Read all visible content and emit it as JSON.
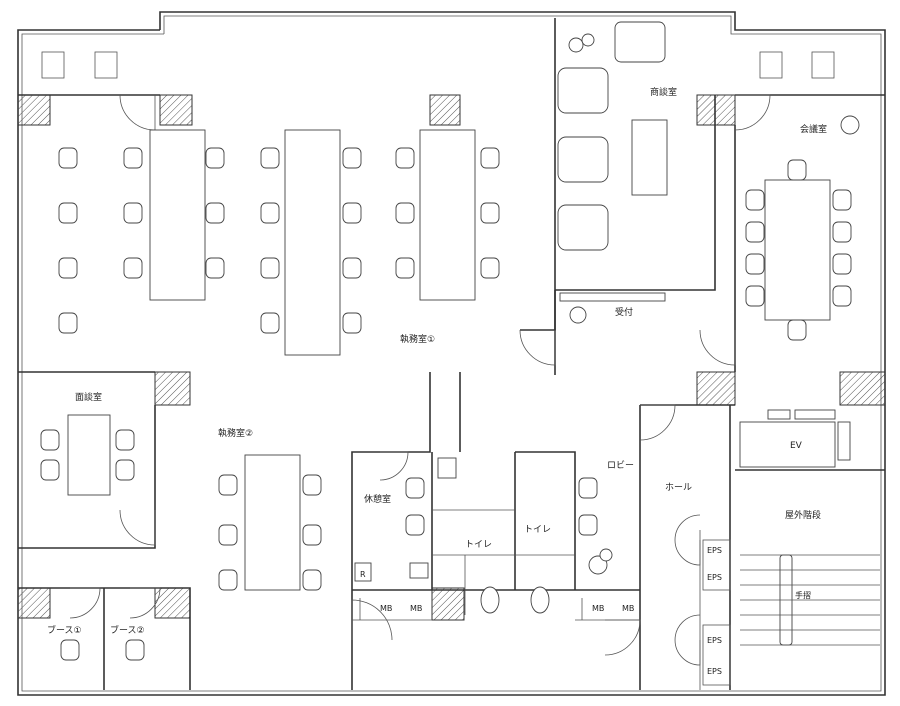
{
  "floor_plan": {
    "rooms": {
      "office_1": "執務室①",
      "office_2": "執務室②",
      "meeting_room": "会議室",
      "negotiation_room": "商談室",
      "reception": "受付",
      "interview_room": "面談室",
      "break_room": "休憩室",
      "toilet_1": "トイレ",
      "toilet_2": "トイレ",
      "lobby": "ロビー",
      "hall": "ホール",
      "elevator": "EV",
      "outdoor_stairs": "屋外階段",
      "handrail": "手摺",
      "booth_1": "ブース①",
      "booth_2": "ブース②",
      "refrigerator": "R"
    },
    "shafts": {
      "mb": [
        "MB",
        "MB",
        "MB",
        "MB"
      ],
      "eps": [
        "EPS",
        "EPS",
        "EPS",
        "EPS"
      ]
    }
  }
}
